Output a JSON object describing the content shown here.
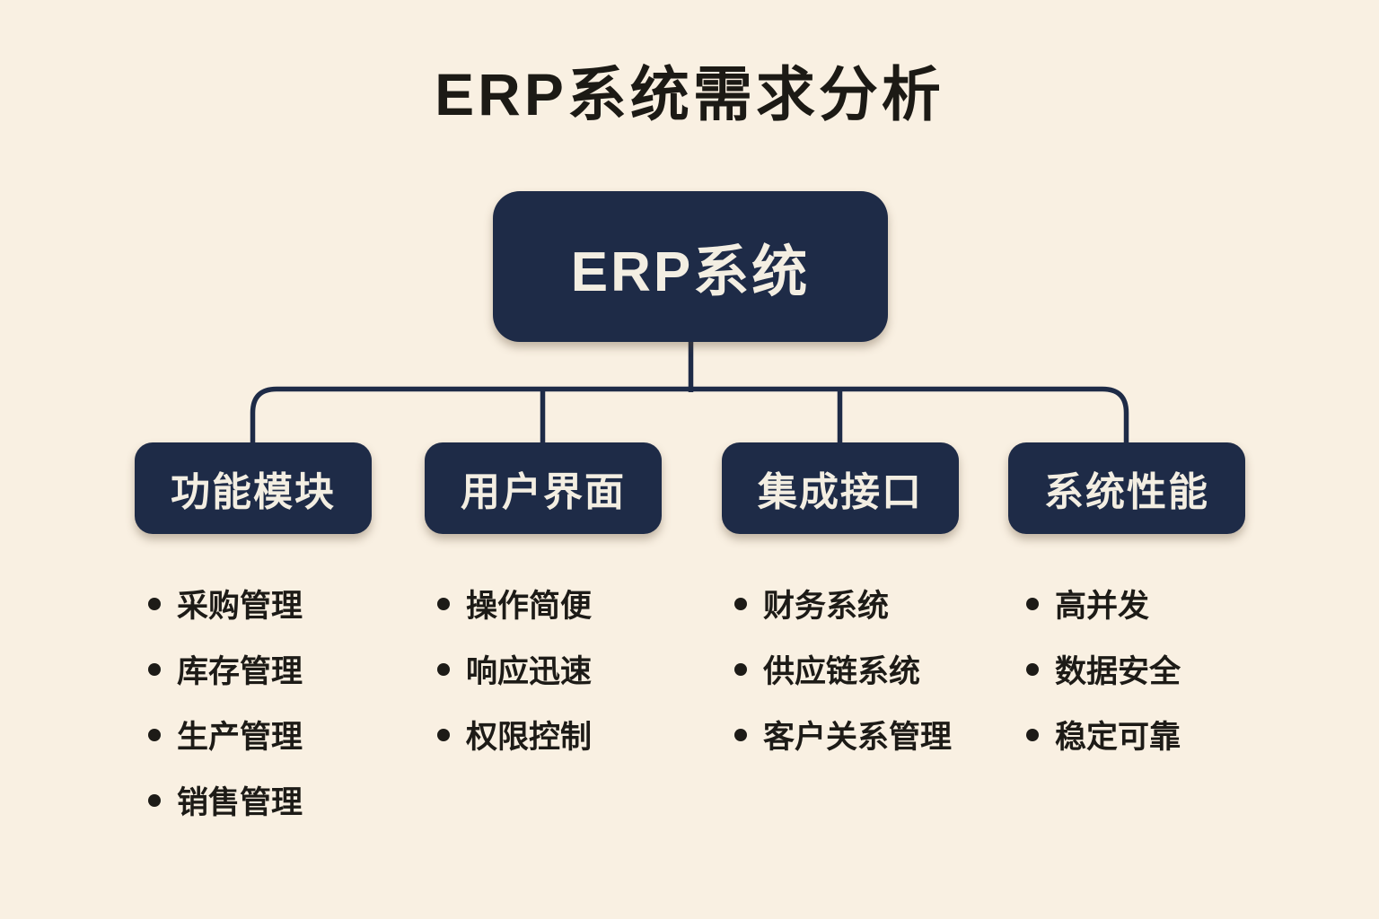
{
  "title": "ERP系统需求分析",
  "root": {
    "label": "ERP系统"
  },
  "branches": [
    {
      "label": "功能模块",
      "items": [
        "采购管理",
        "库存管理",
        "生产管理",
        "销售管理"
      ]
    },
    {
      "label": "用户界面",
      "items": [
        "操作简便",
        "响应迅速",
        "权限控制"
      ]
    },
    {
      "label": "集成接口",
      "items": [
        "财务系统",
        "供应链系统",
        "客户关系管理"
      ]
    },
    {
      "label": "系统性能",
      "items": [
        "高并发",
        "数据安全",
        "稳定可靠"
      ]
    }
  ],
  "colors": {
    "background": "#f9f0e2",
    "node_fill": "#1e2b47",
    "node_text": "#f3eee2",
    "body_text": "#1d1b17",
    "line": "#1e2b47"
  }
}
